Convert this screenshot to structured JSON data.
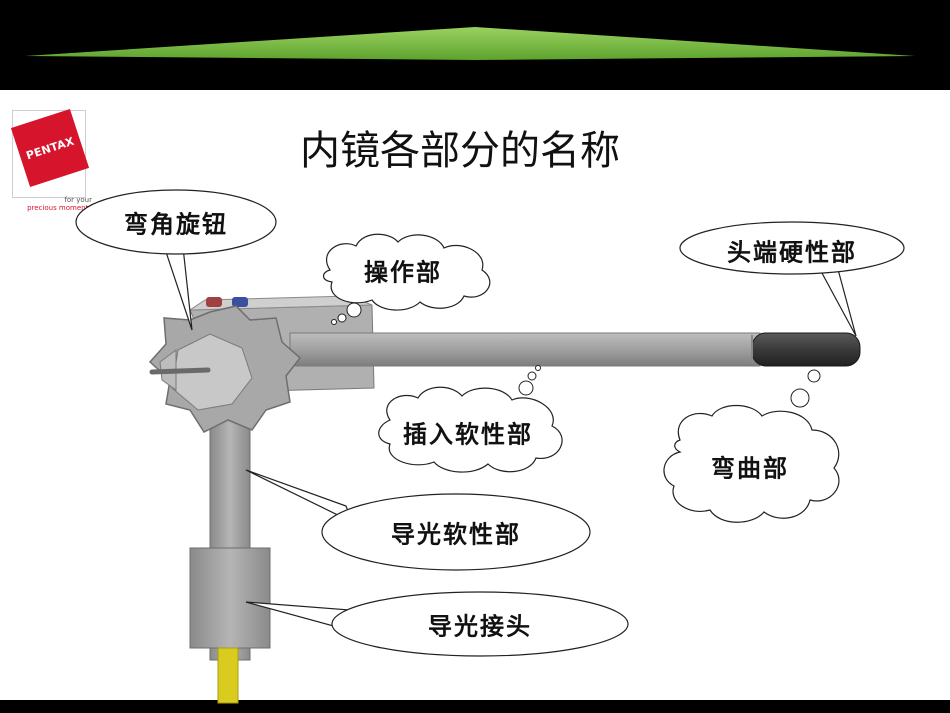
{
  "slide": {
    "title": "内镜各部分的名称"
  },
  "logo": {
    "brand": "PENTAX",
    "tagline_line1": "for your",
    "tagline_line2": "precious moments"
  },
  "labels": {
    "bending_knob": "弯角旋钮",
    "operation_part": "操作部",
    "rigid_tip": "头端硬性部",
    "insertion_tube": "插入软性部",
    "bending_section": "弯曲部",
    "light_guide_tube": "导光软性部",
    "light_guide_connector": "导光接头"
  },
  "colors": {
    "background": "#ffffff",
    "frame_bar": "#000000",
    "accent_green": "#7bc043",
    "brand_red": "#d6142b",
    "device_gray": "#9e9e9e",
    "tip_dark": "#3a3a3a",
    "cable_yellow": "#d9cc1e"
  }
}
